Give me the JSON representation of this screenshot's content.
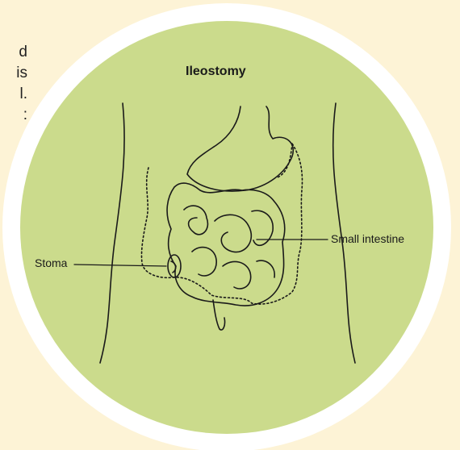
{
  "cutoff_text_lines": [
    "d",
    "is",
    "l.",
    ":"
  ],
  "diagram": {
    "title": "Ileostomy",
    "labels": {
      "stoma": "Stoma",
      "small_intestine": "Small intestine"
    }
  },
  "colors": {
    "page_background": "#fdf3d6",
    "outer_ring": "#ffffff",
    "circle_fill": "#cbdb8c",
    "ink": "#1a1a1a"
  }
}
